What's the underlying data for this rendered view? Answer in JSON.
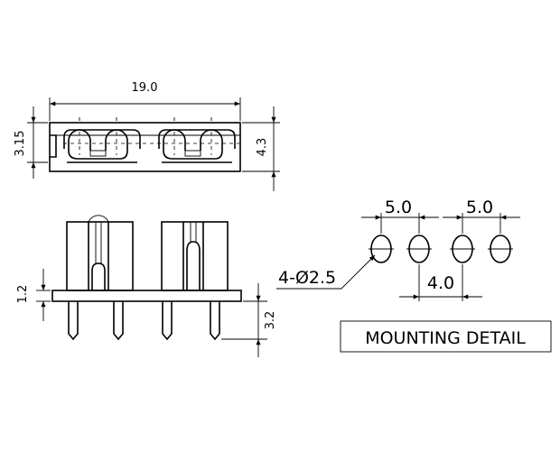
{
  "dimensions": {
    "top_width": "19.0",
    "top_height_left": "3.15",
    "top_height_right": "4.3",
    "side_thickness": "1.2",
    "pin_length": "3.2",
    "pitch_left": "5.0",
    "pitch_right": "5.0",
    "pitch_center": "4.0",
    "hole_callout": "4-Ø2.5"
  },
  "labels": {
    "mounting_detail": "MOUNTING DETAIL"
  }
}
